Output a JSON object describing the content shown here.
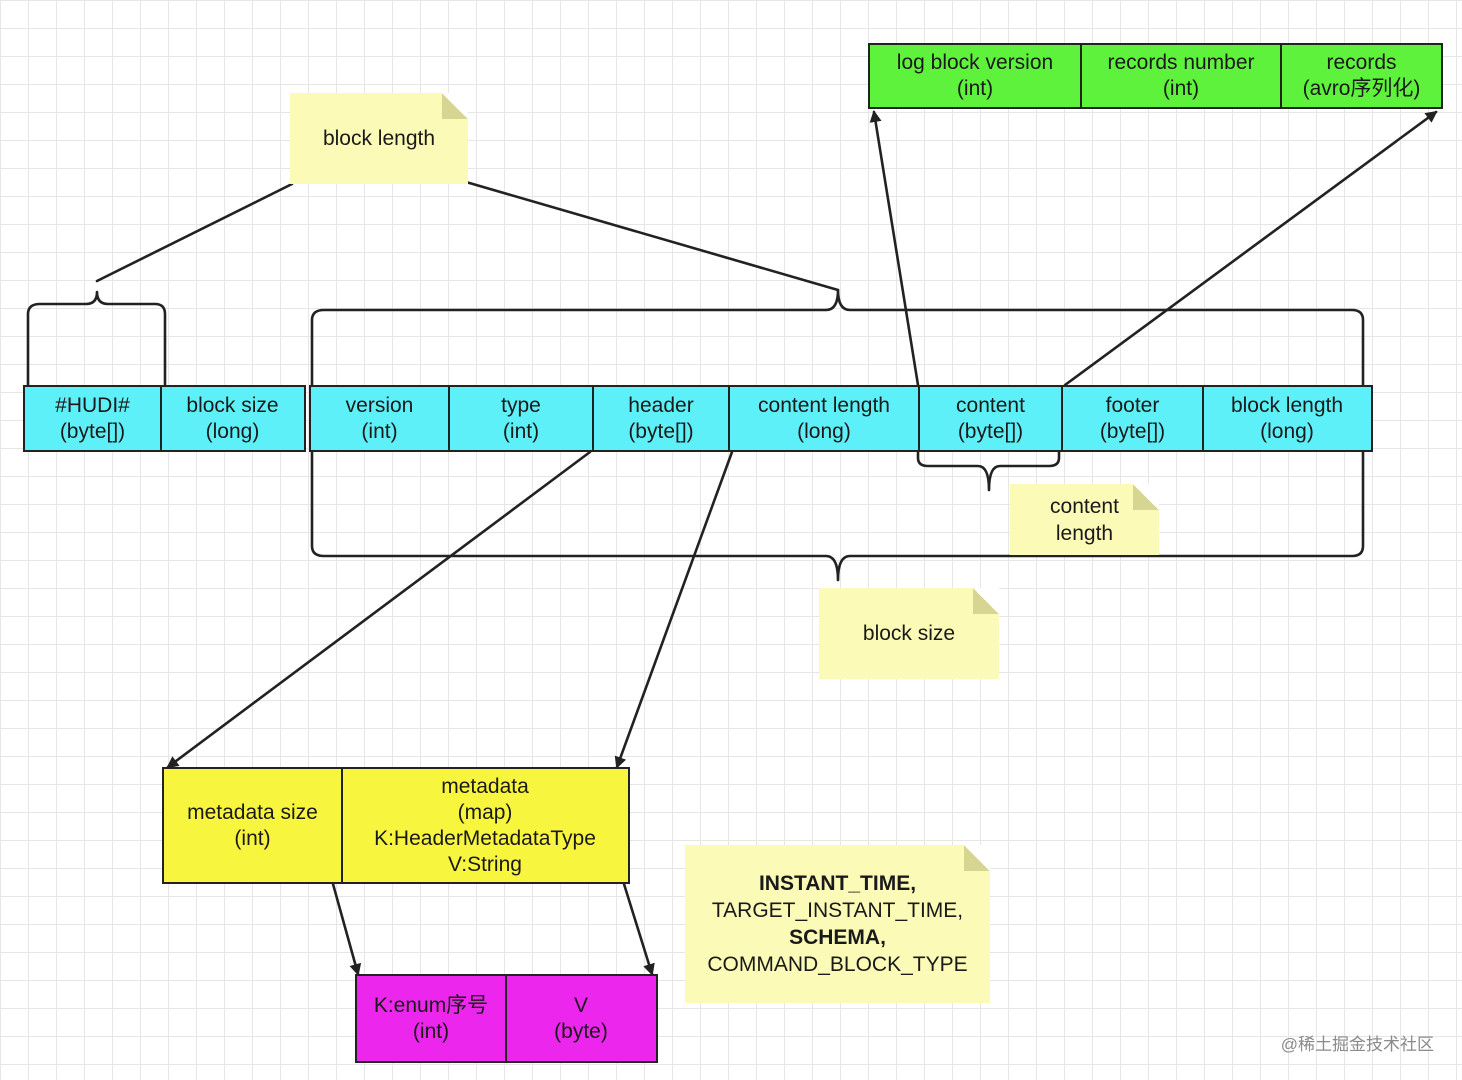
{
  "top_row": [
    {
      "line1": "log block version",
      "line2": "(int)"
    },
    {
      "line1": "records number",
      "line2": "(int)"
    },
    {
      "line1": "records",
      "line2": "(avro序列化)"
    }
  ],
  "main_row": [
    {
      "line1": "#HUDI#",
      "line2": "(byte[])"
    },
    {
      "line1": "block size",
      "line2": "(long)"
    },
    {
      "line1": "version",
      "line2": "(int)"
    },
    {
      "line1": "type",
      "line2": "(int)"
    },
    {
      "line1": "header",
      "line2": "(byte[])"
    },
    {
      "line1": "content length",
      "line2": "(long)"
    },
    {
      "line1": "content",
      "line2": "(byte[])"
    },
    {
      "line1": "footer",
      "line2": "(byte[])"
    },
    {
      "line1": "block length",
      "line2": "(long)"
    }
  ],
  "header_row": [
    {
      "line1": "metadata size",
      "line2": "(int)"
    },
    {
      "line1": "metadata",
      "line2": "(map)",
      "line3": "K:HeaderMetadataType",
      "line4": "V:String"
    }
  ],
  "kv_row": [
    {
      "line1": "K:enum序号",
      "line2": "(int)"
    },
    {
      "line1": "V",
      "line2": "(byte)"
    }
  ],
  "notes": {
    "block_length": "block length",
    "content_length_line1": "content",
    "content_length_line2": "length",
    "block_size": "block size",
    "metadata_types": {
      "line1": "INSTANT_TIME,",
      "line2": "TARGET_INSTANT_TIME,",
      "line3": "SCHEMA,",
      "line4": "COMMAND_BLOCK_TYPE"
    }
  },
  "watermark": "@稀土掘金技术社区",
  "colors": {
    "cyan": "#5ef0f8",
    "green": "#5ef23c",
    "yellow": "#f8f53e",
    "magenta": "#ec26ec",
    "note": "#fbfab6",
    "line": "#222222"
  }
}
